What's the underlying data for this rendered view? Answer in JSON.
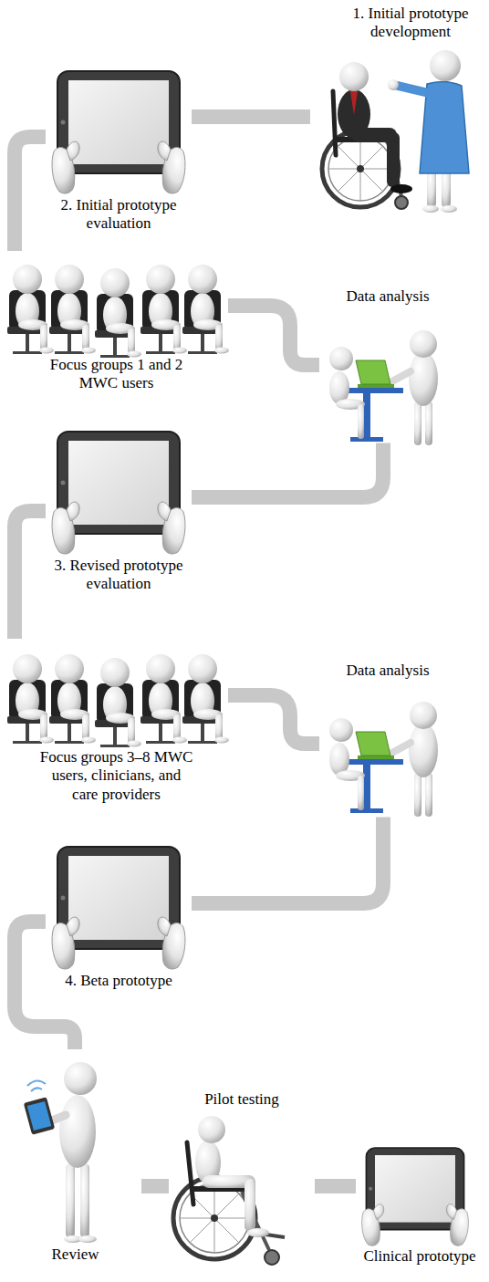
{
  "diagram": {
    "nodes": [
      {
        "text": [
          "1. Initial prototype development"
        ]
      },
      {
        "text": [
          "2. Initial prototype evaluation"
        ]
      },
      {
        "text": [
          "Focus groups 1 and 2 MWC users"
        ]
      },
      {
        "text": [
          "Data analysis"
        ]
      },
      {
        "text": [
          "3. Revised prototype evaluation"
        ]
      },
      {
        "text": [
          "Focus groups 3–8 MWC users, clinicians, and care providers"
        ]
      },
      {
        "text": [
          "Data analysis"
        ]
      },
      {
        "text": [
          "4. Beta prototype"
        ]
      },
      {
        "text": [
          "Review"
        ]
      },
      {
        "text": [
          "Pilot testing"
        ]
      },
      {
        "text": [
          "Clinical prototype"
        ]
      }
    ],
    "edges": [
      {
        "from": 0,
        "to": 1,
        "arrow": "none"
      },
      {
        "from": 1,
        "to": 2,
        "arrow": "none"
      },
      {
        "from": 2,
        "to": 3,
        "arrow": "none"
      },
      {
        "from": 3,
        "to": 4,
        "arrow": "none"
      },
      {
        "from": 4,
        "to": 5,
        "arrow": "none"
      },
      {
        "from": 5,
        "to": 6,
        "arrow": "none"
      },
      {
        "from": 6,
        "to": 7,
        "arrow": "none"
      },
      {
        "from": 7,
        "to": 8,
        "arrow": "none"
      },
      {
        "from": 8,
        "to": 9,
        "arrow": "none"
      },
      {
        "from": 9,
        "to": 10,
        "arrow": "none"
      }
    ]
  }
}
